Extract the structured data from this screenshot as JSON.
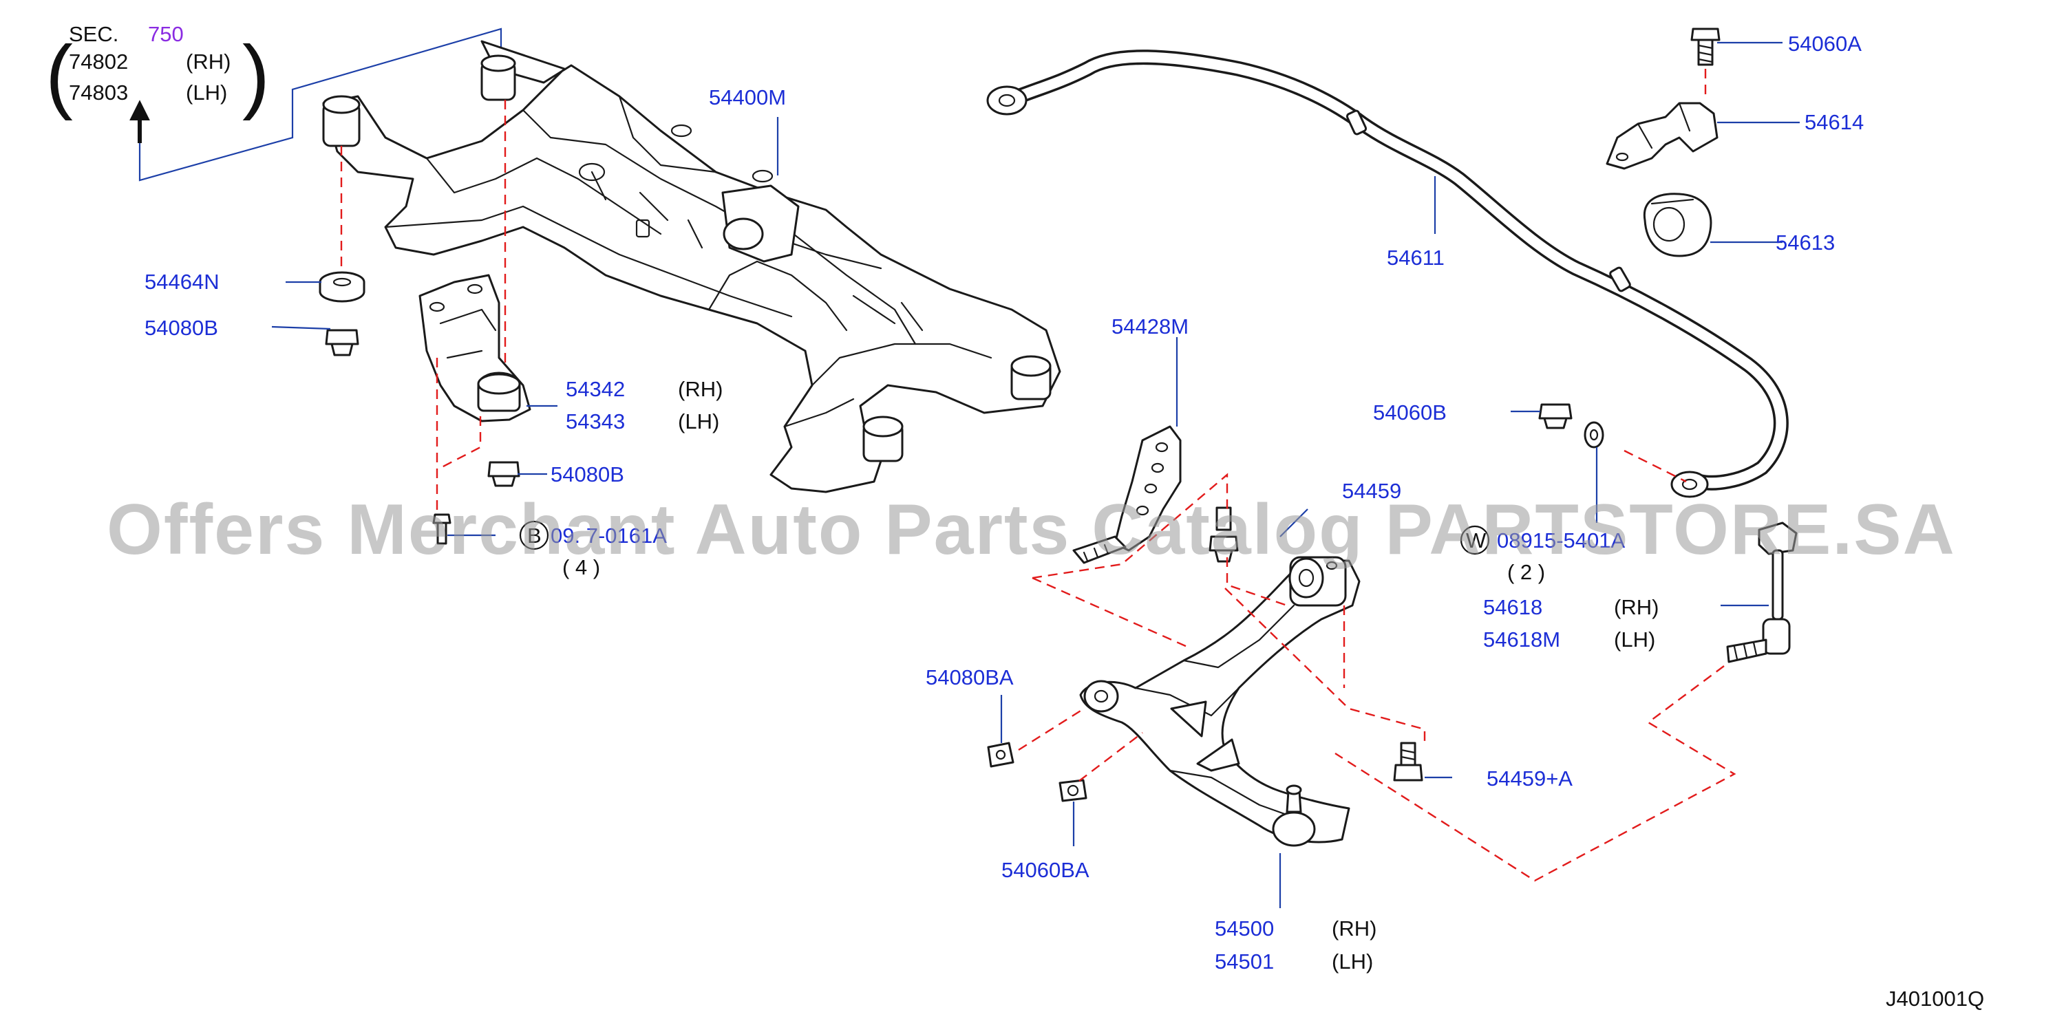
{
  "sec_ref": {
    "sec_label": "SEC.",
    "sec_number": "750",
    "rh_part": "74802",
    "rh_side": "(RH)",
    "lh_part": "74803",
    "lh_side": "(LH)"
  },
  "callouts": {
    "p54400M": "54400M",
    "p54464N": "54464N",
    "p54080B_top": "54080B",
    "p54342": "54342",
    "p54342_side": "(RH)",
    "p54343": "54343",
    "p54343_side": "(LH)",
    "p54080B_low": "54080B",
    "p_bolt_b": "09. 7-0161A",
    "p_bolt_b_symbol": "B",
    "p_bolt_b_qty": "( 4 )",
    "p54428M": "54428M",
    "p54459": "54459",
    "p54060A": "54060A",
    "p54614": "54614",
    "p54613": "54613",
    "p54611": "54611",
    "p54060B": "54060B",
    "p_washer_w": "08915-5401A",
    "p_washer_w_symbol": "W",
    "p_washer_w_qty": "( 2 )",
    "p54618": "54618",
    "p54618_side": "(RH)",
    "p54618M": "54618M",
    "p54618M_side": "(LH)",
    "p54080BA": "54080BA",
    "p54459A": "54459+A",
    "p54060BA": "54060BA",
    "p54500": "54500",
    "p54500_side": "(RH)",
    "p54501": "54501",
    "p54501_side": "(LH)"
  },
  "diagram_code": "J401001Q",
  "watermark": "Offers Merchant Auto Parts Catalog PARTSTORE.SA",
  "colors": {
    "label_blue": "#1c2ed6",
    "leader_blue": "#1c3fa8",
    "dashed_red": "#e21b1b",
    "sec_purple": "#8a2be2"
  }
}
